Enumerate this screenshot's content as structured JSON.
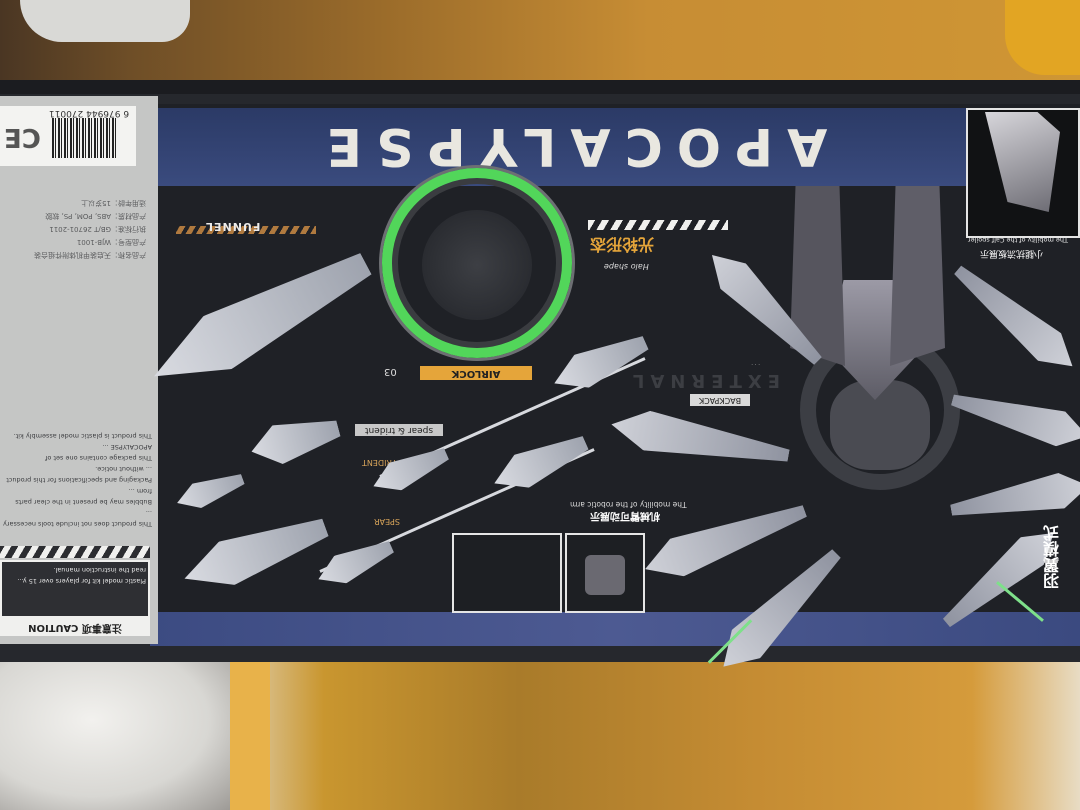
{
  "scene": {
    "description": "Photo of the back of an APOCALYPSE plastic model kit box lying upside down on cardboard",
    "colors": {
      "box_dark": "#26282d",
      "banner_blue": "#3a4b7e",
      "halo_green": "#52d65a",
      "accent_orange": "#e5a53a",
      "cardboard": "#c78d34"
    }
  },
  "banner": {
    "title": "APOCALYPSE"
  },
  "left_panel": {
    "barcode_number": "6 976944 270011",
    "ce_mark": "CE",
    "spec_lines": [
      "产品名称：天启装甲机体附件组合装",
      "产品型号：WJB-1001",
      "执行标准：GB/T 26701-2011",
      "产品材质：ABS, POM, PS, 软胶",
      "适用年龄：15岁以上"
    ],
    "notes": [
      "This product is plastic model assembly kit.",
      "This package contains one set of APOCALYPSE ...",
      "Packaging and specifications for this product ... without notice.",
      "Bubbles may be present in the clear parts from ...",
      "This product does not include tools necessary ..."
    ],
    "caution": {
      "title": "注意事项 CAUTION",
      "lines": [
        "read the instruction manual.",
        "Plastic model kit for players over 15 y..."
      ]
    }
  },
  "labels": {
    "funnel": "FUNNEL",
    "airlock": "AIRLOCK",
    "airlock_number": "03",
    "external": "EXTERNAL",
    "spear_trident": "spear & trident",
    "trident": "TRIDENT",
    "spear": "SPEAR",
    "backpack": "BACKPACK",
    "robotic_arm_en": "The mobility of the robotic arm",
    "robotic_arm_cn": "机械臂可动展示",
    "halo_cn": "光轮形态",
    "halo_en": "Halo shape",
    "calf_en": "The mobility of the Calf spoiler",
    "calf_cn": "小腿扰流板展示",
    "wing_mode_cn": "羽翼模式"
  }
}
